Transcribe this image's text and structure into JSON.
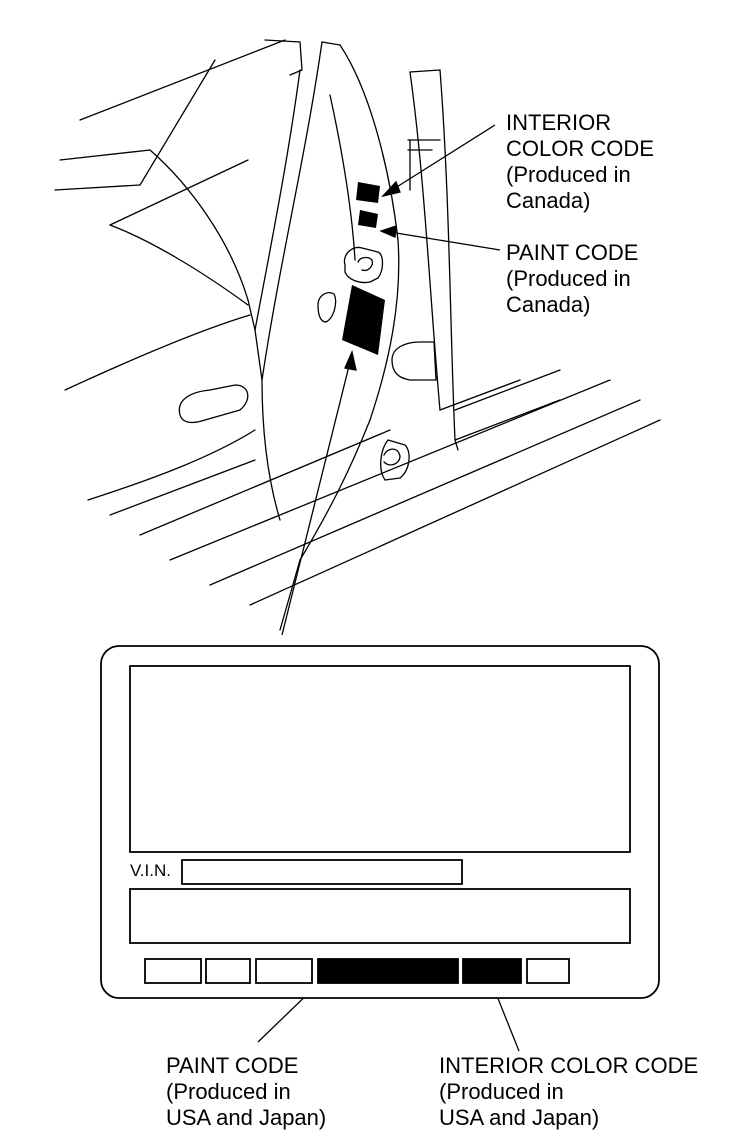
{
  "callouts": {
    "interior_canada": {
      "line1": "INTERIOR",
      "line2": "COLOR CODE",
      "line3": "(Produced in",
      "line4": "Canada)"
    },
    "paint_canada": {
      "line1": "PAINT CODE",
      "line2": "(Produced in",
      "line3": "Canada)"
    },
    "paint_usa_japan": {
      "line1": "PAINT CODE",
      "line2": "(Produced in",
      "line3": "USA and Japan)"
    },
    "interior_usa_japan": {
      "line1": "INTERIOR COLOR CODE",
      "line2": "(Produced in",
      "line3": "USA and Japan)"
    }
  },
  "label_plate": {
    "vin_label": "V.I.N."
  },
  "colors": {
    "ink": "#000000",
    "paper": "#ffffff"
  }
}
